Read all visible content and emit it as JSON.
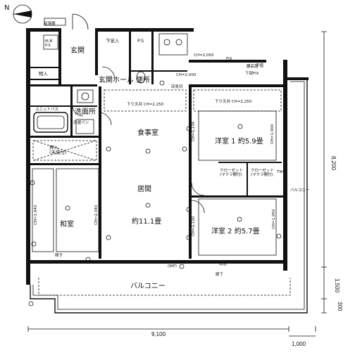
{
  "compass": {
    "north_label": "N"
  },
  "labels": {
    "laundry_drain": "給湯器",
    "mb_ps": "M.B\nP.S",
    "entrance": "玄関",
    "storage": "物入",
    "lower_storage": "下足入",
    "ps": "P.S",
    "cooking": "",
    "ch_2050": "CH=2,050",
    "entrance_hall": "玄関ホール",
    "toilet": "便所",
    "ch_2000": "CH=2,000",
    "floor_storage": "床見切",
    "unit_bath": "ユニットバス",
    "wash_room": "洗面所",
    "wash_pan": "洗濯パン",
    "closet_upper": "押入\n(天袋付)",
    "dining": "食事室",
    "lowered_ceiling_1": "下り天井 CH=2,250",
    "lowered_ceiling_2": "下り天井 CH=2,250",
    "western_room_1": "洋室 1 約5.9畳",
    "closet_1": "クローゼット\n(マクラ棚付)",
    "closet_2": "クローゼット\n(マクラ棚付)",
    "living": "居間",
    "living_size": "約11.1畳",
    "japanese_room": "和室",
    "western_room_2": "洋室 2 約5.7畳",
    "balcony_main": "バルコニー",
    "balcony_side": "バルコニー",
    "hand_rail": "手摺",
    "corridor": "廊下",
    "exit": "出窓",
    "koshidaka": "腰高窓",
    "shoji": "障子",
    "fix": "FIX",
    "fix2": "下部FIX",
    "ch_1_900": "CH=1,900",
    "ch_2_100": "CH=2,100",
    "ch_1_940": "CH=1,940",
    "ch_2_340": "CH=2,340",
    "ch_1_950": "CH=1,950",
    "ch_2_100b": "CH=2,100",
    "twp": "TWP",
    "twp2": "(WP)"
  },
  "dimensions": {
    "width_main": "9,100",
    "width_side": "1,000",
    "depth_main": "8,200",
    "depth_balcony": "1,500",
    "depth_edge": "300"
  }
}
